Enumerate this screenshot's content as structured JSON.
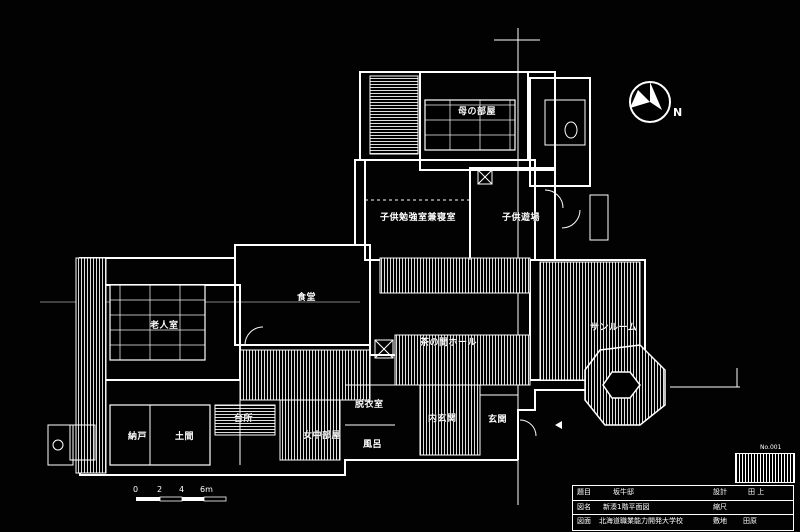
{
  "rooms": {
    "mother_room": "母の部屋",
    "child_study": "子供勉強室兼寝室",
    "child_play": "子供遊場",
    "dining": "食堂",
    "elder_room": "老人室",
    "hall": "茶の間ホール",
    "kitchen": "台所",
    "maid_room": "女中部屋",
    "dressing": "脱衣室",
    "bath": "風呂",
    "genkan": "玄関",
    "storage": "納戸",
    "doma": "土間",
    "sunroom": "サンルーム",
    "entry_room": "内玄関"
  },
  "north_label": "N",
  "scale": {
    "ticks": [
      "0",
      "2",
      "4",
      "6m"
    ]
  },
  "title_block": {
    "r1_label": "題目",
    "r1_value": "坂牛邸",
    "r1_k2": "設計",
    "r1_v2": "田 上",
    "r2_label": "図名",
    "r2_value": "新湊1階平面図",
    "r2_k2": "縮尺",
    "r3_label": "図面",
    "r3_value": "北海道職業能力開発大学校",
    "r3_k2": "敷地",
    "r3_v2": "田原"
  },
  "stamp_text": "No.001",
  "colors": {
    "background": "#000000",
    "line": "#ffffff"
  }
}
